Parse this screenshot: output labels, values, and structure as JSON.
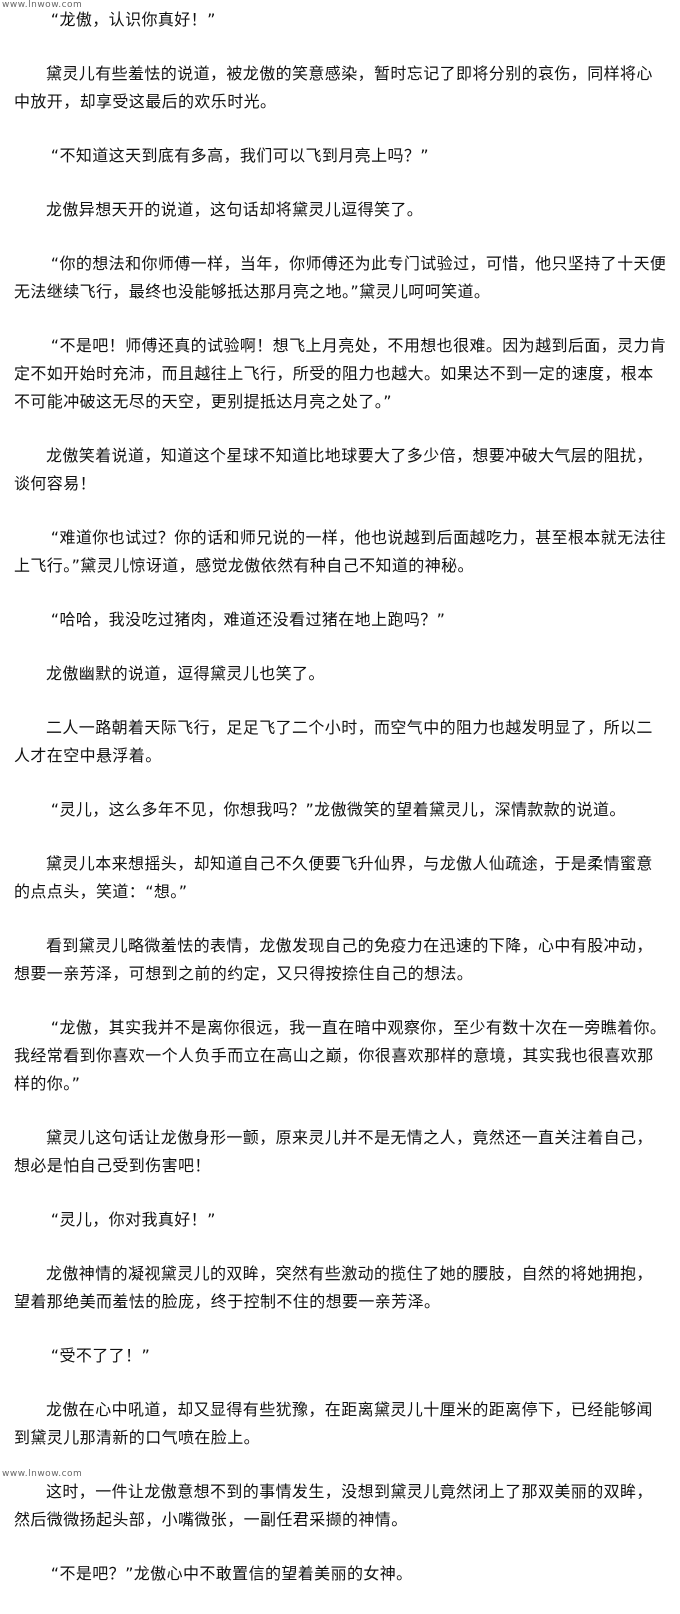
{
  "watermark_top": "www.lnwow.com",
  "watermark_bottom": "www.lnwow.com",
  "paragraphs": [
    {
      "type": "dialog",
      "text": "“龙傲，认识你真好！”"
    },
    {
      "type": "narration",
      "text": "黛灵儿有些羞怯的说道，被龙傲的笑意感染，暂时忘记了即将分别的哀伤，同样将心中放开，却享受这最后的欢乐时光。"
    },
    {
      "type": "dialog",
      "text": "“不知道这天到底有多高，我们可以飞到月亮上吗？”"
    },
    {
      "type": "narration",
      "text": "龙傲异想天开的说道，这句话却将黛灵儿逗得笑了。"
    },
    {
      "type": "dialog",
      "text": "“你的想法和你师傅一样，当年，你师傅还为此专门试验过，可惜，他只坚持了十天便无法继续飞行，最终也没能够抵达那月亮之地。”黛灵儿呵呵笑道。"
    },
    {
      "type": "dialog",
      "text": "“不是吧！师傅还真的试验啊！想飞上月亮处，不用想也很难。因为越到后面，灵力肯定不如开始时充沛，而且越往上飞行，所受的阻力也越大。如果达不到一定的速度，根本不可能冲破这无尽的天空，更别提抵达月亮之处了。”"
    },
    {
      "type": "narration",
      "text": "龙傲笑着说道，知道这个星球不知道比地球要大了多少倍，想要冲破大气层的阻扰，谈何容易！"
    },
    {
      "type": "dialog",
      "text": "“难道你也试过？你的话和师兄说的一样，他也说越到后面越吃力，甚至根本就无法往上飞行。”黛灵儿惊讶道，感觉龙傲依然有种自己不知道的神秘。"
    },
    {
      "type": "dialog",
      "text": "“哈哈，我没吃过猪肉，难道还没看过猪在地上跑吗？”"
    },
    {
      "type": "narration",
      "text": "龙傲幽默的说道，逗得黛灵儿也笑了。"
    },
    {
      "type": "narration",
      "text": "二人一路朝着天际飞行，足足飞了二个小时，而空气中的阻力也越发明显了，所以二人才在空中悬浮着。"
    },
    {
      "type": "dialog",
      "text": "“灵儿，这么多年不见，你想我吗？”龙傲微笑的望着黛灵儿，深情款款的说道。"
    },
    {
      "type": "narration",
      "text": "黛灵儿本来想摇头，却知道自己不久便要飞升仙界，与龙傲人仙疏途，于是柔情蜜意的点点头，笑道：“想。”"
    },
    {
      "type": "narration",
      "text": "看到黛灵儿略微羞怯的表情，龙傲发现自己的免疫力在迅速的下降，心中有股冲动，想要一亲芳泽，可想到之前的约定，又只得按捺住自己的想法。"
    },
    {
      "type": "dialog",
      "text": "“龙傲，其实我并不是离你很远，我一直在暗中观察你，至少有数十次在一旁瞧着你。我经常看到你喜欢一个人负手而立在高山之巅，你很喜欢那样的意境，其实我也很喜欢那样的你。”"
    },
    {
      "type": "narration",
      "text": "黛灵儿这句话让龙傲身形一颤，原来灵儿并不是无情之人，竟然还一直关注着自己，想必是怕自己受到伤害吧！"
    },
    {
      "type": "dialog",
      "text": "“灵儿，你对我真好！”"
    },
    {
      "type": "narration",
      "text": "龙傲神情的凝视黛灵儿的双眸，突然有些激动的揽住了她的腰肢，自然的将她拥抱，望着那绝美而羞怯的脸庞，终于控制不住的想要一亲芳泽。"
    },
    {
      "type": "dialog",
      "text": "“受不了了！”"
    },
    {
      "type": "narration",
      "text": "龙傲在心中吼道，却又显得有些犹豫，在距离黛灵儿十厘米的距离停下，已经能够闻到黛灵儿那清新的口气喷在脸上。"
    },
    {
      "type": "narration",
      "text": "这时，一件让龙傲意想不到的事情发生，没想到黛灵儿竟然闭上了那双美丽的双眸，然后微微扬起头部，小嘴微张，一副任君采撷的神情。"
    },
    {
      "type": "dialog",
      "text": "“不是吧？”龙傲心中不敢置信的望着美丽的女神。"
    }
  ]
}
